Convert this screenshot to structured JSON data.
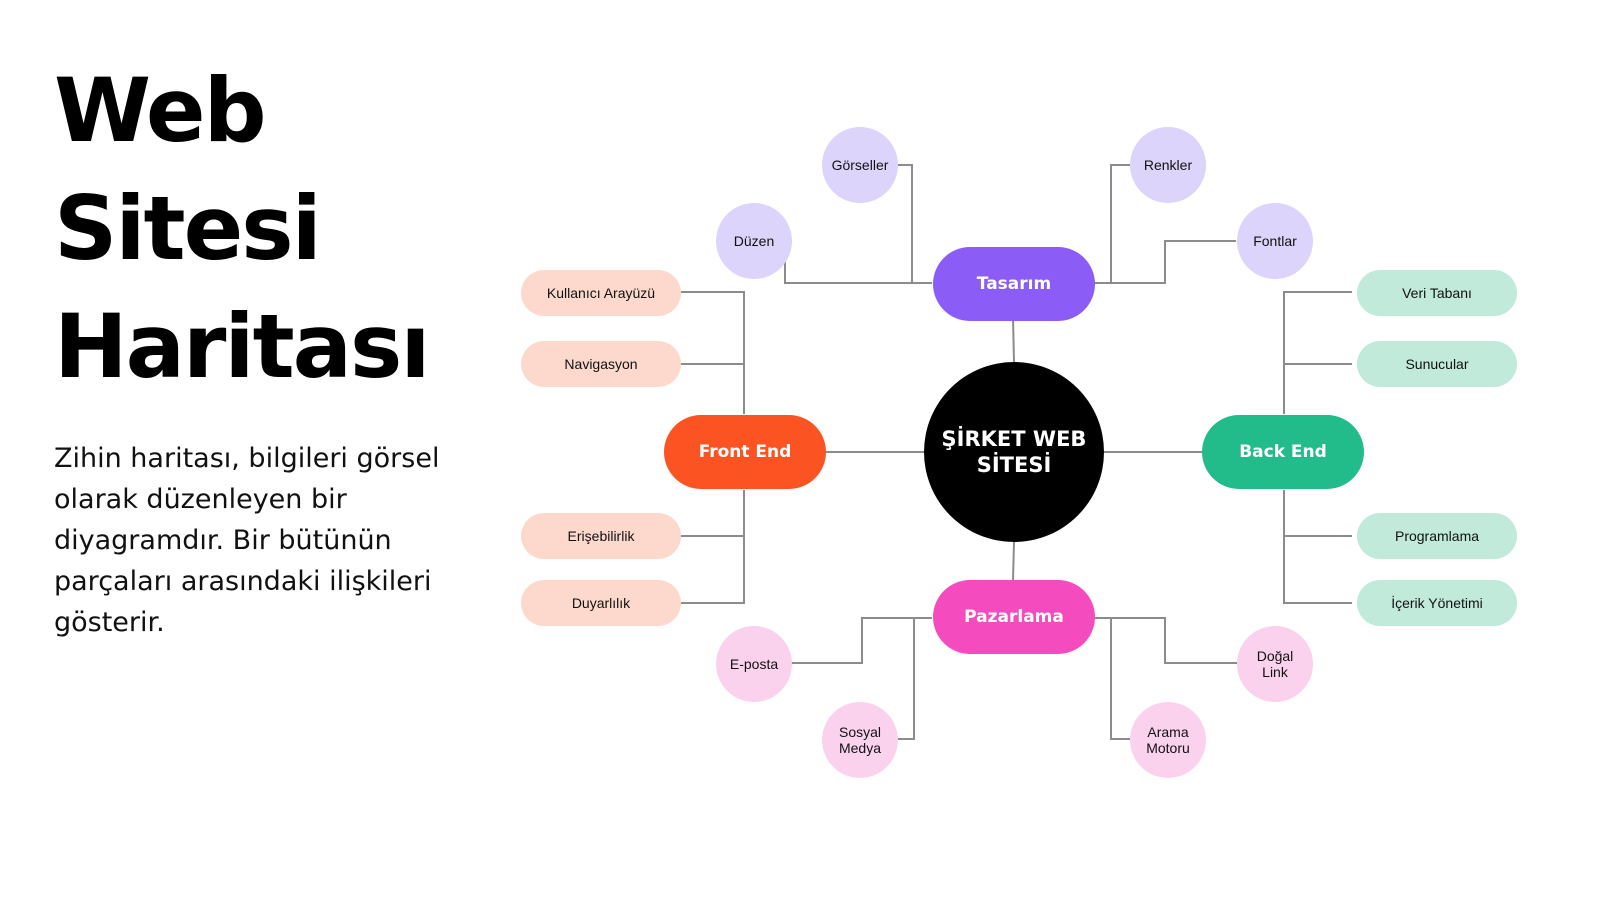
{
  "title_lines": [
    "Web",
    "Sitesi",
    "Haritası"
  ],
  "description": "Zihin haritası, bilgileri görsel olarak düzenleyen bir diyagramdır. Bir bütünün parçaları arasındaki ilişkileri gösterir.",
  "center": {
    "label": "ŞİRKET WEB SİTESİ"
  },
  "branches": {
    "design": {
      "label": "Tasarım",
      "color": "#8b5cf6",
      "leaf_color": "#ddd4fb",
      "leaves": [
        "Görseller",
        "Renkler",
        "Düzen",
        "Fontlar"
      ]
    },
    "frontend": {
      "label": "Front End",
      "color": "#fb5422",
      "leaf_color": "#fcd9cc",
      "leaves": [
        "Kullanıcı Arayüzü",
        "Navigasyon",
        "Erişebilirlik",
        "Duyarlılık"
      ]
    },
    "backend": {
      "label": "Back End",
      "color": "#22bb8a",
      "leaf_color": "#c1eadb",
      "leaves": [
        "Veri Tabanı",
        "Sunucular",
        "Programlama",
        "İçerik Yönetimi"
      ]
    },
    "marketing": {
      "label": "Pazarlama",
      "color": "#f44bbf",
      "leaf_color": "#fbd2ee",
      "leaves": [
        "E-posta",
        "Doğal Link",
        "Sosyal Medya",
        "Arama Motoru"
      ]
    }
  },
  "colors": {
    "center": "#000000",
    "connector": "#8c8c8c",
    "background": "#ffffff"
  }
}
